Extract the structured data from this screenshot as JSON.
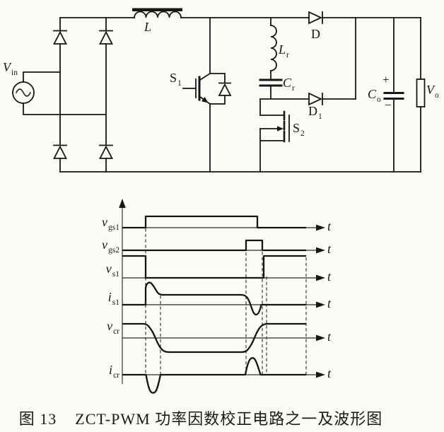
{
  "caption": {
    "figure_no": "图 13",
    "title": "ZCT-PWM 功率因数校正电路之一及波形图"
  },
  "circuit": {
    "labels": {
      "vin": {
        "main": "V",
        "sub": "in"
      },
      "boost_inductor": {
        "main": "L",
        "sub": ""
      },
      "s1": {
        "main": "S",
        "sub": "1"
      },
      "lr": {
        "main": "L",
        "sub": "r"
      },
      "cr": {
        "main": "C",
        "sub": "r"
      },
      "d": {
        "main": "D",
        "sub": ""
      },
      "d1": {
        "main": "D",
        "sub": "1"
      },
      "s2": {
        "main": "S",
        "sub": "2"
      },
      "co": {
        "main": "C",
        "sub": "o"
      },
      "co_plus": "+",
      "co_minus": "−",
      "vo": {
        "main": "V",
        "sub": "o"
      }
    },
    "line_color": "#161616",
    "background": "#fcfbf7"
  },
  "waveforms": {
    "time_axis_label": "t",
    "rows": [
      {
        "label_main": "v",
        "label_sub": "gs1"
      },
      {
        "label_main": "v",
        "label_sub": "gs2"
      },
      {
        "label_main": "v",
        "label_sub": "s1"
      },
      {
        "label_main": "i",
        "label_sub": "s1"
      },
      {
        "label_main": "v",
        "label_sub": "cr"
      },
      {
        "label_main": "i",
        "label_sub": "cr"
      }
    ]
  }
}
